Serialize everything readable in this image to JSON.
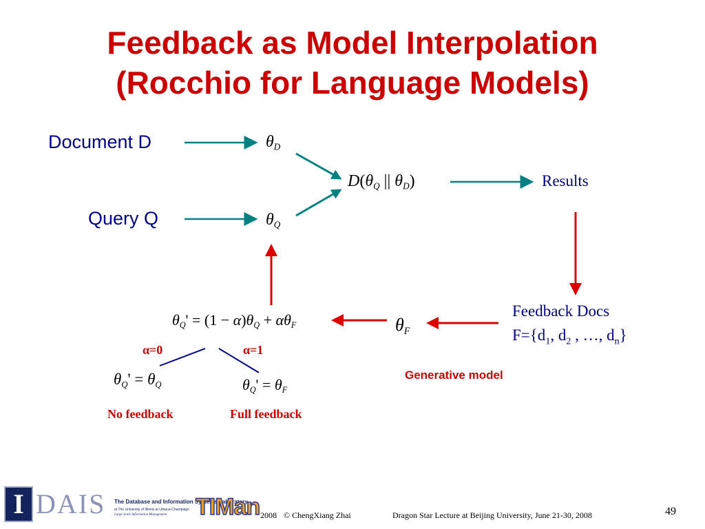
{
  "slide": {
    "title_line1": "Feedback as Model Interpolation",
    "title_line2": "(Rocchio for Language Models)",
    "page_number": "49"
  },
  "diagram": {
    "document_label": "Document D",
    "query_label": "Query Q",
    "theta_symbol": "θ",
    "sub_D": "D",
    "sub_Q": "Q",
    "sub_F": "F",
    "kl_D": "D",
    "kl_open": "(",
    "kl_parallel": " || ",
    "kl_close": ")",
    "results_label": "Results",
    "feedback_docs_line1": "Feedback Docs",
    "feedback_docs_prefix": "F={d",
    "feedback_docs_sub1": "1",
    "feedback_docs_mid1": ", d",
    "feedback_docs_sub2": "2",
    "feedback_docs_mid2": " , …, d",
    "feedback_docs_subn": "n",
    "feedback_docs_suffix": "}",
    "interp_prime_eq": "' = (1 − ",
    "alpha_symbol": "α",
    "interp_close": ")",
    "interp_plus": " + ",
    "alpha0_label": "α=0",
    "alpha1_label": "α=1",
    "prime_eq": "' = ",
    "no_feedback_label": "No feedback",
    "full_feedback_label": "Full feedback",
    "generative_model_label": "Generative model",
    "colors": {
      "title": "#cc0000",
      "arrow_teal": "#008080",
      "arrow_red": "#dd0000",
      "label_navy": "#00008b"
    }
  },
  "footer": {
    "year": "2008",
    "copyright": "© ChengXiang Zhai",
    "lecture": "Dragon Star Lecture at Beijing University, June 21-30, 2008",
    "logo_i": "I",
    "logo_dais": "DAIS",
    "logo_dais_sub": "The Database and Information Systems Laboratory",
    "logo_dais_sub2": "at The University of Illinois at Urbana-Champaign",
    "logo_dais_sub3": "Large Scale Information Management",
    "logo_timan": "TIMan"
  }
}
